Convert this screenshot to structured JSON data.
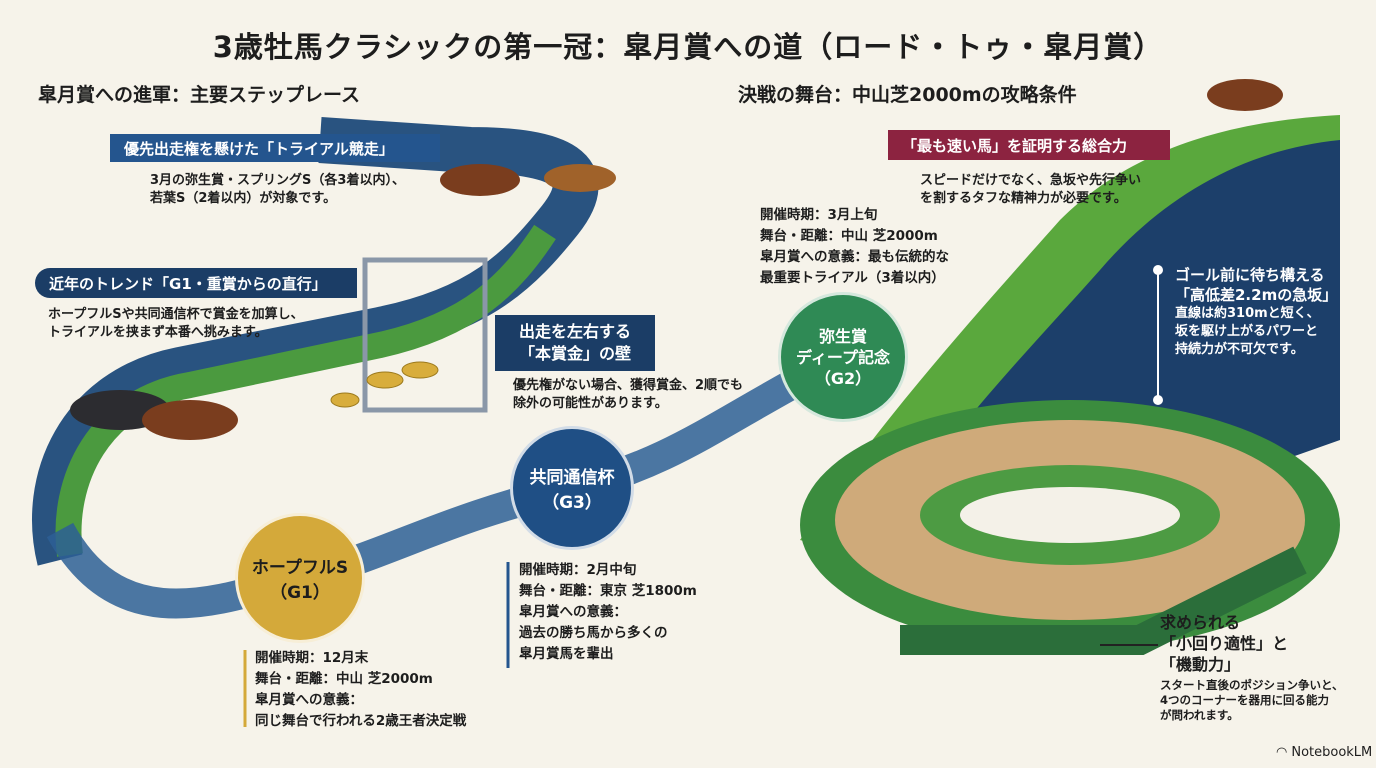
{
  "title": "3歳牡馬クラシックの第一冠：皐月賞への道（ロード・トゥ・皐月賞）",
  "left_heading": "皐月賞への進軍：主要ステップレース",
  "right_heading": "決戦の舞台：中山芝2000mの攻略条件",
  "trial": {
    "banner": "優先出走権を懸けた「トライアル競走」",
    "desc": [
      "3月の弥生賞・スプリングS（各3着以内）、",
      "若葉S（2着以内）が対象です。"
    ]
  },
  "trend": {
    "banner": "近年のトレンド「G1・重賞からの直行」",
    "desc": [
      "ホープフルSや共同通信杯で賞金を加算し、",
      "トライアルを挟まず本番へ挑みます。"
    ]
  },
  "prize": {
    "banner": [
      "出走を左右する",
      "「本賞金」の壁"
    ],
    "desc": [
      "優先権がない場合、獲得賞金、2順でも",
      "除外の可能性があります。"
    ]
  },
  "races": [
    {
      "name": [
        "ホープフルS",
        "（G1）"
      ],
      "info": [
        "開催時期：12月末",
        "舞台・距離：中山 芝2000m",
        "皐月賞への意義：",
        "同じ舞台で行われる2歳王者決定戦"
      ],
      "color": "#d4a93a"
    },
    {
      "name": [
        "共同通信杯",
        "（G3）"
      ],
      "info": [
        "開催時期：2月中旬",
        "舞台・距離：東京 芝1800m",
        "皐月賞への意義：",
        "過去の勝ち馬から多くの",
        "皐月賞馬を輩出"
      ],
      "color": "#1f4f85"
    },
    {
      "name": [
        "弥生賞",
        "ディープ記念",
        "（G2）"
      ],
      "info": [
        "開催時期：3月上旬",
        "舞台・距離：中山 芝2000m",
        "皐月賞への意義：最も伝統的な",
        "最重要トライアル（3着以内）"
      ],
      "color": "#2f8a55"
    }
  ],
  "fastest": {
    "banner": "「最も速い馬」を証明する総合力",
    "desc": [
      "スピードだけでなく、急坂や先行争い",
      "を割するタフな精神力が必要です。"
    ]
  },
  "slope": {
    "title": [
      "ゴール前に待ち構える",
      "「高低差2.2mの急坂」"
    ],
    "desc": [
      "直線は約310mと短く、",
      "坂を駆け上がるパワーと",
      "持続力が不可欠です。"
    ]
  },
  "corner": {
    "title": [
      "求められる",
      "「小回り適性」と",
      "「機動力」"
    ],
    "desc": [
      "スタート直後のポジション争いと、",
      "4つのコーナーを器用に回る能力",
      "が問われます。"
    ]
  },
  "brand": "NotebookLM",
  "colors": {
    "navy": "#1b3d66",
    "blue": "#24558e",
    "green": "#3f9a45",
    "maroon": "#8c2340",
    "gold": "#d4a93a",
    "bg": "#f6f3ea"
  }
}
